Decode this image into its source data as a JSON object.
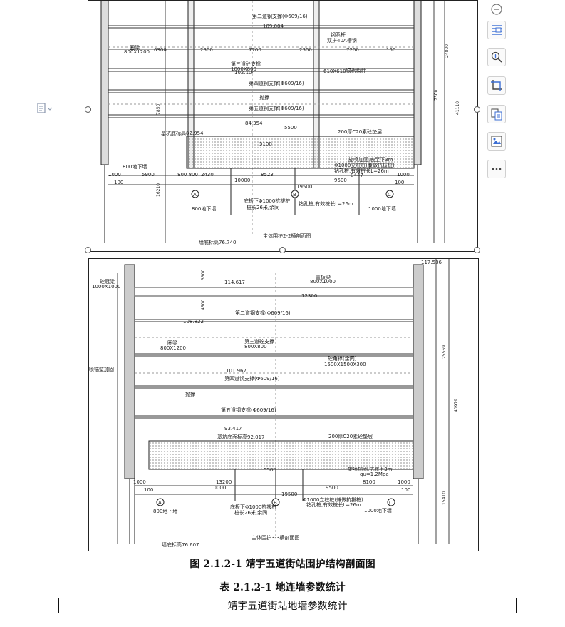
{
  "drawing_top": {
    "labels": {
      "brace2": "第二道钢支撑(Φ609/16)",
      "lvl1": "109.004",
      "col1": "钢系杆",
      "col2": "双拼40A槽钢",
      "beam": "圈梁",
      "beam_size": "800X1200",
      "d6900": "6900",
      "d7700": "7700",
      "d2300a": "2300",
      "d2300b": "2300",
      "d7200": "7200",
      "d150": "150",
      "brace3": "第三道砼支撑",
      "brace3_size": "1000X800",
      "lvl2": "102.104",
      "col3": "610X610钢格构柱",
      "brace4": "第四道钢支撑(Φ609/16)",
      "brace": "抛撑",
      "brace5": "第五道钢支撑(Φ609/16)",
      "lvl3": "84.354",
      "d5500": "5500",
      "pit": "基坑底标高82.954",
      "cushion": "200厚C20素砼垫层",
      "d5100": "5100",
      "jet": "旋喷加固,底至下3m",
      "pile": "Φ1000立柱桩(兼做抗拔桩)",
      "pile_len": "钻孔桩,有效桩长L=26m",
      "d8447": "8447",
      "wall800a": "800地下墙",
      "d1000a": "1000",
      "d5900": "5900",
      "d800": "800 800",
      "d2430": "2430",
      "d8523": "8523",
      "d1000b": "1000",
      "d100a": "100",
      "d10000": "10000",
      "d19500": "19500",
      "d9500": "9500",
      "d100b": "100",
      "pile2": "底板下Φ1000抗拔桩",
      "pile2_len": "桩长26米,余同",
      "pile3": "钻孔桩,有效桩长L=26m",
      "wall800b": "800地下墙",
      "wall1000": "1000地下墙",
      "axisA": "A",
      "axisB": "B",
      "axisC": "C",
      "wall_lvl": "墙底标高76.740",
      "title": "主体围护2-2横剖面图",
      "d7850": "7850",
      "d16210": "16210",
      "d41110": "41110",
      "d24800": "24800",
      "d7300": "7300"
    }
  },
  "drawing_bottom": {
    "labels": {
      "top_lvl": "117.586",
      "cap_beam": "砼冠梁",
      "cap_size": "1000X1000",
      "lvl1": "114.617",
      "cover": "盖板梁",
      "cover_size": "800X1000",
      "d12300": "12300",
      "brace2": "第二道钢支撑(Φ609/16)",
      "lvl2": "108.822",
      "beam": "圈梁",
      "beam_size": "800X1200",
      "brace3": "第三道砼支撑",
      "brace3_size": "800X800",
      "corner": "砼角撑(余同)",
      "corner_size": "1500X1500X300",
      "spray": "喷锚壁加固",
      "lvl3": "101.967",
      "brace4": "第四道钢支撑(Φ609/16)",
      "brace": "抛撑",
      "brace5": "第五道钢支撑(Φ609/16)",
      "lvl4": "93.417",
      "pit": "基坑底面标高92.017",
      "cushion": "200厚C20素砼垫层",
      "d5500": "5500",
      "jet": "旋喷加固,抗底下3m",
      "jet_q": "qu=1.2Mpa",
      "d13200": "13200",
      "d8100": "8100",
      "d1000a": "1000",
      "d1000b": "1000",
      "d100a": "100",
      "d10000": "10000",
      "d19500": "19500",
      "d9500": "9500",
      "d100b": "100",
      "pile": "Φ1000立柱桩(兼做抗拔桩)",
      "pile_len": "钻孔桩,有效桩长L=26m",
      "pile2": "底板下Φ1000抗拔桩",
      "pile2_len": "桩长26米,余同",
      "wall800": "800地下墙",
      "wall1000": "1000地下墙",
      "axisA": "A",
      "axisB": "B",
      "axisC": "C",
      "title": "主体围护3-3横剖面图",
      "wall_lvl": "墙底标高76.607",
      "d3300": "3300",
      "d4500": "4500",
      "d25569": "25569",
      "d40979": "40979",
      "d15410": "15410"
    }
  },
  "figure_caption": "图 2.1.2-1 靖宇五道街站围护结构剖面图",
  "table_caption": "表 2.1.2-1 地连墙参数统计",
  "table_header": "靖宇五道街站地墙参数统计",
  "toolbar": {
    "items": [
      "collapse-icon",
      "text-wrap-icon",
      "zoom-icon",
      "crop-icon",
      "convert-image-icon",
      "replace-image-icon",
      "more-icon"
    ]
  }
}
